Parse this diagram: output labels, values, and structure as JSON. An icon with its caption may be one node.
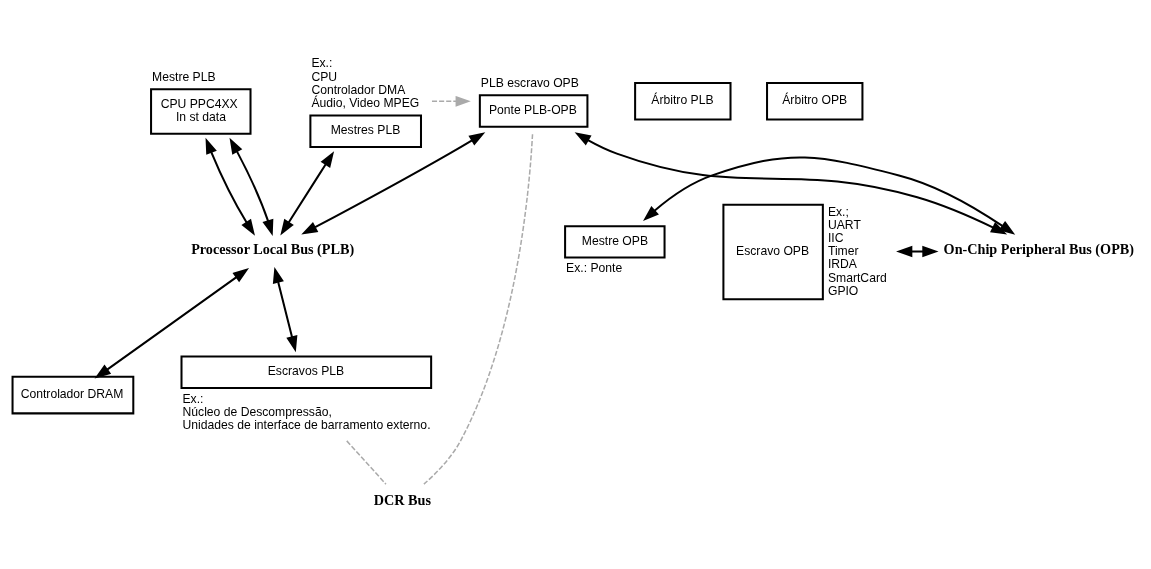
{
  "diagram": {
    "nodes": [
      {
        "text": [
          "CPU PPC4XX",
          "In st data"
        ],
        "beside": [
          "Mestre PLB"
        ]
      },
      {
        "text": [
          "Árbitro PLB"
        ]
      },
      {
        "text": [
          "Mestres PLB"
        ],
        "beside": [
          "Ex.:",
          "CPU",
          "Controlador DMA",
          "Áudio, Video MPEG"
        ]
      },
      {
        "text": [
          "Processor Local Bus (PLB)"
        ]
      },
      {
        "text": [
          "Controlador DRAM"
        ]
      },
      {
        "text": [
          "Escravos PLB"
        ],
        "beside": [
          "Ex.:",
          "Núcleo de Descompressão,",
          "Unidades de interface de barramento externo."
        ]
      },
      {
        "text": [
          "Ponte PLB-OPB"
        ],
        "beside": [
          "PLB escravo OPB"
        ]
      },
      {
        "text": [
          "DCR Bus"
        ]
      },
      {
        "text": [
          "On-Chip Peripheral Bus (OPB)"
        ]
      },
      {
        "text": [
          "Mestre OPB"
        ],
        "beside": [
          "Ex.: Ponte"
        ]
      },
      {
        "text": [
          "Escravo OPB"
        ],
        "beside": [
          "Ex.;",
          "UART",
          "IIC",
          "Timer",
          "IRDA",
          "SmartCard",
          "GPIO"
        ]
      },
      {
        "text": [
          "Árbitro OPB"
        ]
      }
    ],
    "edges": [
      {
        "from": 0,
        "to": 3,
        "arrow": "both"
      },
      {
        "from": 0,
        "to": 3,
        "arrow": "both"
      },
      {
        "from": 2,
        "to": 3,
        "arrow": "both"
      },
      {
        "from": 3,
        "to": 4,
        "arrow": "both"
      },
      {
        "from": 3,
        "to": 5,
        "arrow": "both"
      },
      {
        "from": 6,
        "to": 3,
        "arrow": "both"
      },
      {
        "from": 6,
        "to": 8,
        "arrow": "both"
      },
      {
        "from": 9,
        "to": 8,
        "arrow": "both"
      },
      {
        "from": 10,
        "to": 8,
        "arrow": "both"
      },
      {
        "from": 2,
        "to": 6,
        "arrow": "to",
        "style": "dashed",
        "color": "#aaaaaa"
      },
      {
        "from": 5,
        "to": 7,
        "arrow": "none",
        "style": "dashed",
        "color": "#aaaaaa"
      },
      {
        "from": 6,
        "to": 7,
        "arrow": "none",
        "style": "dashed",
        "color": "#aaaaaa"
      }
    ]
  }
}
